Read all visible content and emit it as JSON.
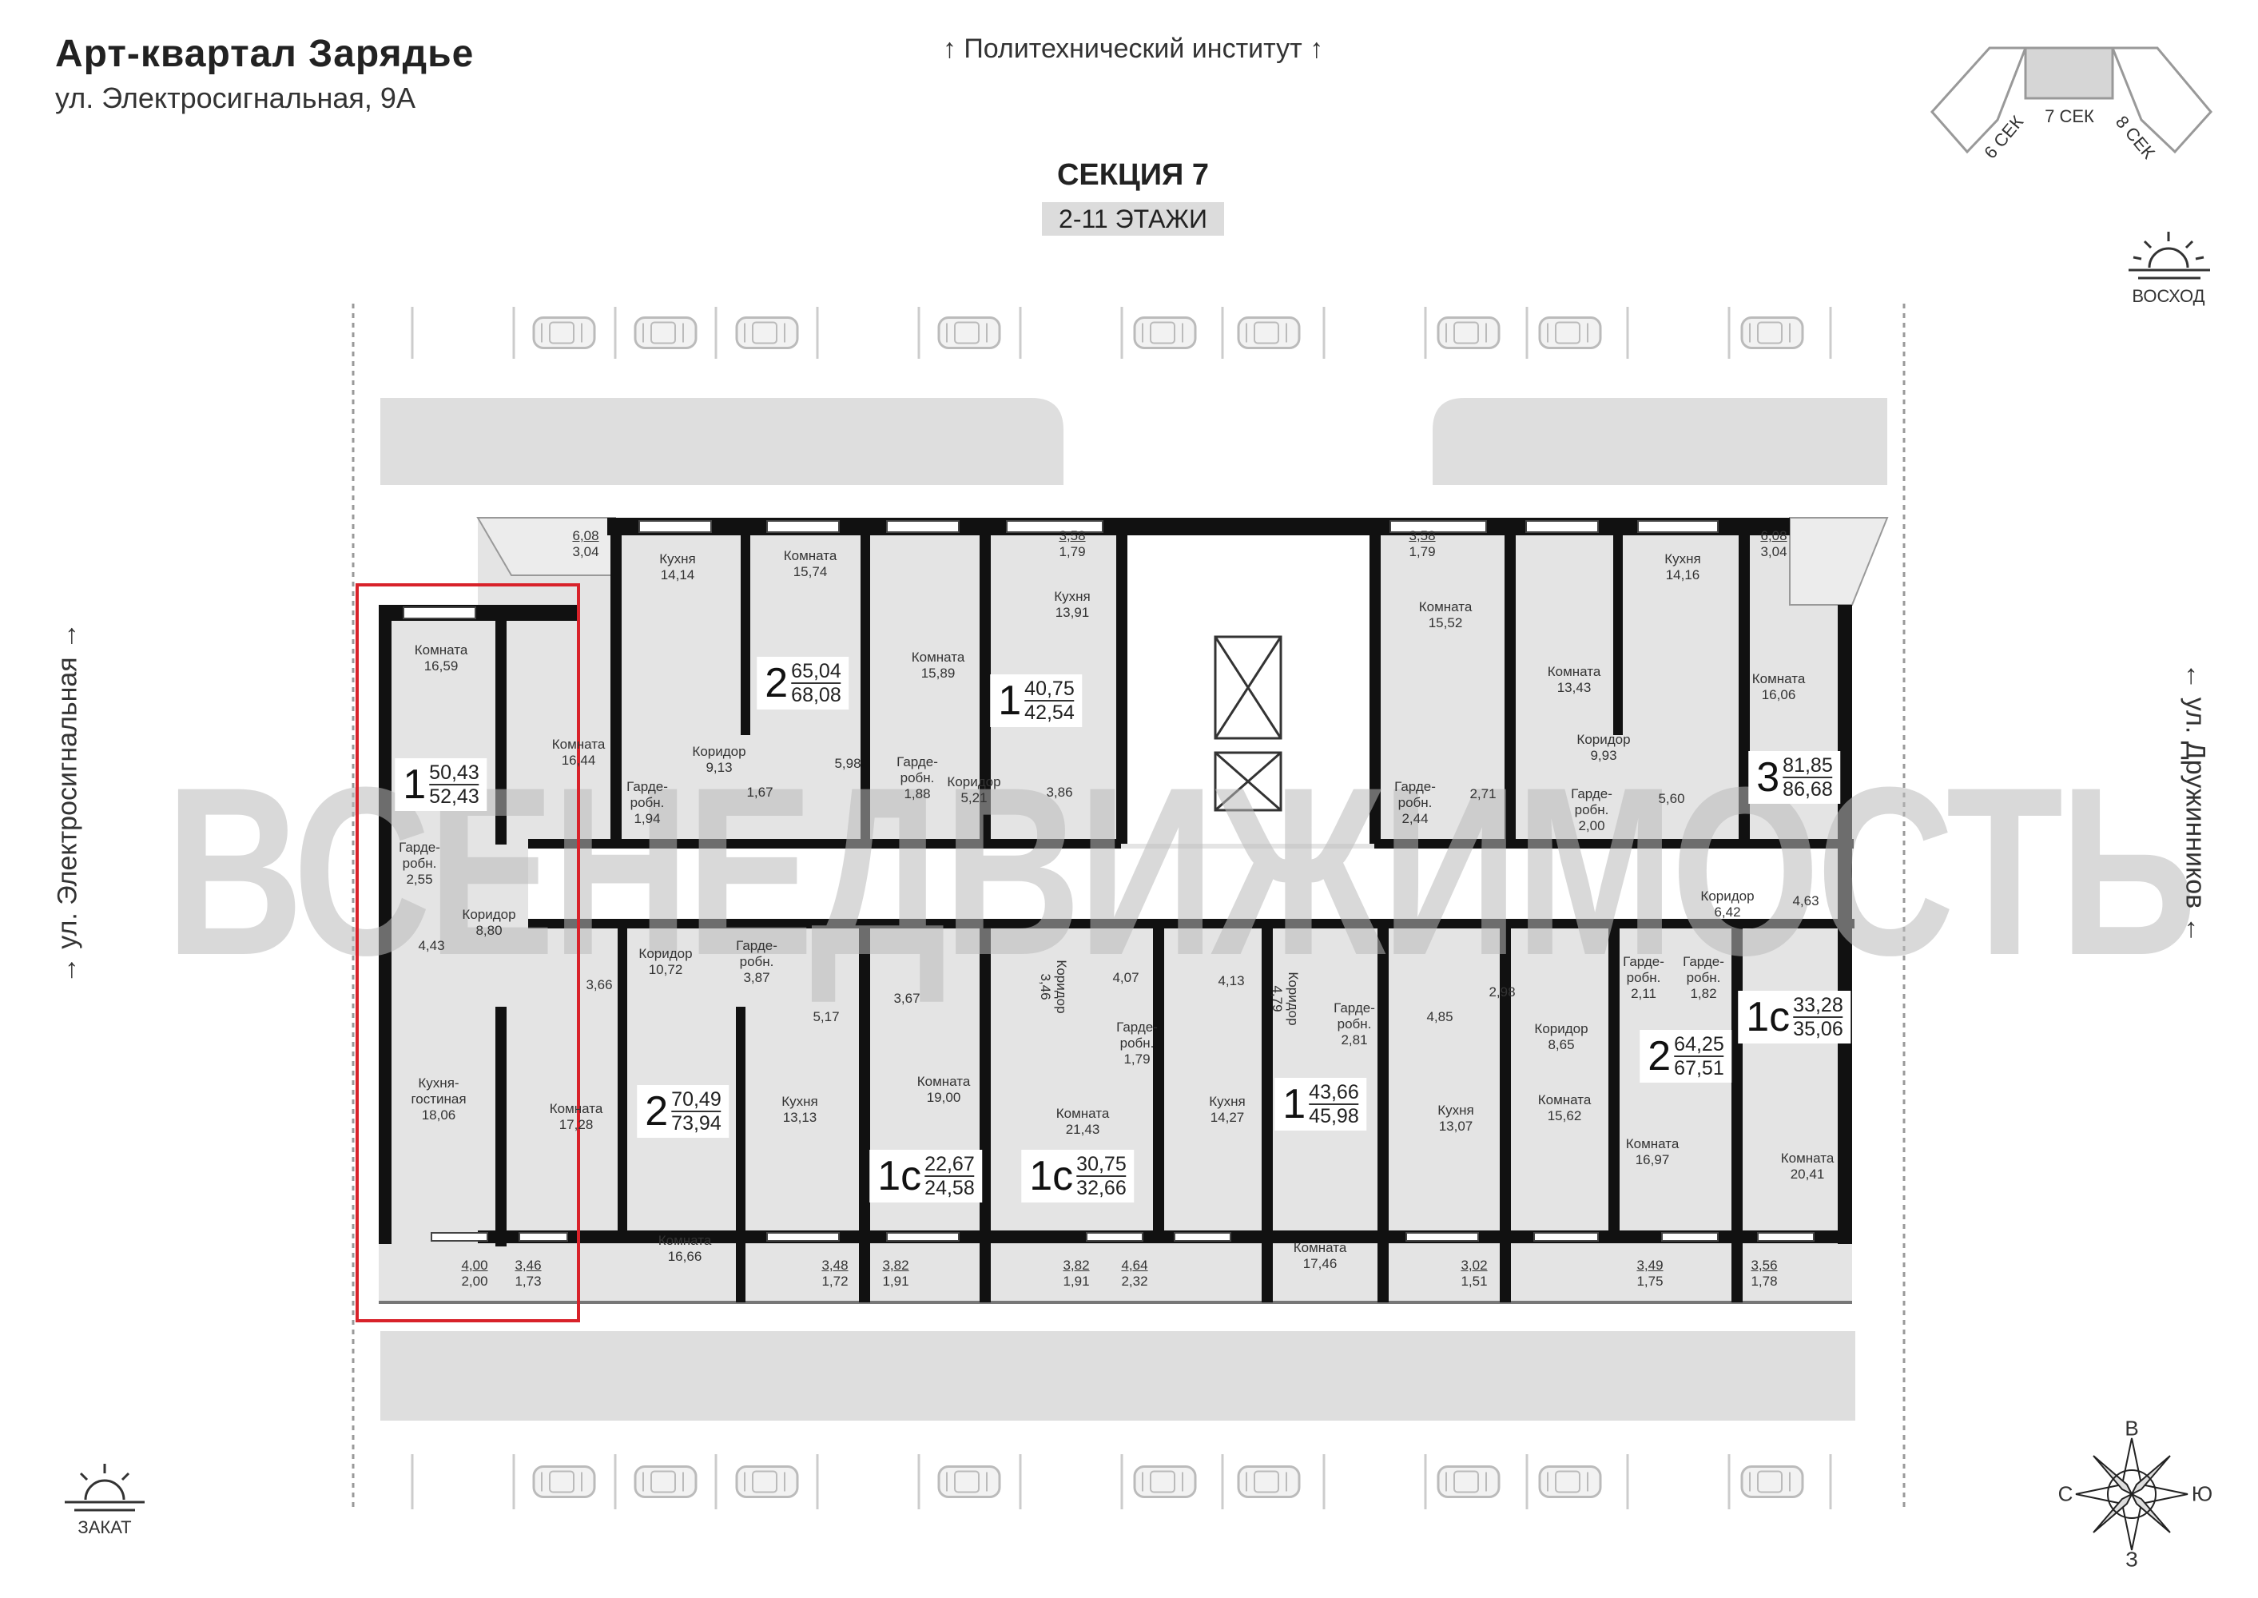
{
  "header": {
    "title": "Арт-квартал  Зарядье",
    "address": "ул. Электросигнальная, 9А",
    "landmark_top": "Политехнический институт",
    "section_title": "СЕКЦИЯ 7",
    "floors": "2-11 ЭТАЖИ"
  },
  "minimap": {
    "left": "6 СЕК",
    "center": "7 СЕК",
    "right": "8 СЕК"
  },
  "streets": {
    "left": "ул. Электросигнальная",
    "right": "ул. Дружинников"
  },
  "sun": {
    "sunrise": "ВОСХОД",
    "sunset": "ЗАКАТ"
  },
  "compass": {
    "top": "В",
    "left": "С",
    "right": "Ю",
    "bottom": "З"
  },
  "watermark": "ВСЕНЕДВИЖИМОСТЬ",
  "colors": {
    "highlight": "#d8222a",
    "wall": "#111111",
    "floor": "#e4e4e4",
    "road": "#dedede"
  },
  "apartments": [
    {
      "type": "1",
      "area": "50,43",
      "area_total": "52,43",
      "highlighted": true
    },
    {
      "type": "2",
      "area": "65,04",
      "area_total": "68,08"
    },
    {
      "type": "1",
      "area": "40,75",
      "area_total": "42,54"
    },
    {
      "type": "3",
      "area": "81,85",
      "area_total": "86,68"
    },
    {
      "type": "2",
      "area": "70,49",
      "area_total": "73,94"
    },
    {
      "type": "1с",
      "area": "22,67",
      "area_total": "24,58"
    },
    {
      "type": "1с",
      "area": "30,75",
      "area_total": "32,66"
    },
    {
      "type": "1",
      "area": "43,66",
      "area_total": "45,98"
    },
    {
      "type": "2",
      "area": "64,25",
      "area_total": "67,51"
    },
    {
      "type": "1с",
      "area": "33,28",
      "area_total": "35,06"
    }
  ],
  "balconies": [
    {
      "area": "6,08",
      "reduced": "3,04"
    },
    {
      "area": "3,58",
      "reduced": "1,79"
    },
    {
      "area": "3,58",
      "reduced": "1,79"
    },
    {
      "area": "6,08",
      "reduced": "3,04"
    },
    {
      "area": "4,00",
      "reduced": "2,00"
    },
    {
      "area": "3,46",
      "reduced": "1,73"
    },
    {
      "area": "3,48",
      "reduced": "1,72"
    },
    {
      "area": "3,82",
      "reduced": "1,91"
    },
    {
      "area": "3,82",
      "reduced": "1,91"
    },
    {
      "area": "4,64",
      "reduced": "2,32"
    },
    {
      "area": "3,02",
      "reduced": "1,51"
    },
    {
      "area": "3,49",
      "reduced": "1,75"
    },
    {
      "area": "3,56",
      "reduced": "1,78"
    }
  ],
  "rooms": [
    {
      "name": "Кухня",
      "area": "14,14"
    },
    {
      "name": "Комната",
      "area": "15,74"
    },
    {
      "name": "Комната",
      "area": "15,89"
    },
    {
      "name": "Коридор",
      "area": "9,13"
    },
    {
      "name": "Гарде-\nробн.",
      "area": "1,94"
    },
    {
      "area": "1,67"
    },
    {
      "area": "5,98"
    },
    {
      "name": "Гарде-\nробн.",
      "area": "1,88"
    },
    {
      "name": "Коридор",
      "area": "5,21"
    },
    {
      "name": "Кухня",
      "area": "13,91"
    },
    {
      "area": "3,86"
    },
    {
      "name": "Комната",
      "area": "16,59"
    },
    {
      "name": "Комната",
      "area": "16,44"
    },
    {
      "name": "Гарде-\nробн.",
      "area": "2,55"
    },
    {
      "name": "Коридор",
      "area": "8,80"
    },
    {
      "area": "4,43"
    },
    {
      "name": "Кухня-\nгостиная",
      "area": "18,06"
    },
    {
      "name": "Комната",
      "area": "17,28"
    },
    {
      "name": "Комната",
      "area": "15,52"
    },
    {
      "name": "Комната",
      "area": "13,43"
    },
    {
      "name": "Кухня",
      "area": "14,16"
    },
    {
      "name": "Комната",
      "area": "16,06"
    },
    {
      "name": "Коридор",
      "area": "9,93"
    },
    {
      "name": "Гарде-\nробн.",
      "area": "2,44"
    },
    {
      "area": "2,71"
    },
    {
      "name": "Гарде-\nробн.",
      "area": "2,00"
    },
    {
      "area": "5,60"
    },
    {
      "name": "Коридор",
      "area": "6,42"
    },
    {
      "area": "4,63"
    },
    {
      "area": "3,66"
    },
    {
      "name": "Коридор",
      "area": "10,72"
    },
    {
      "name": "Гарде-\nробн.",
      "area": "3,87"
    },
    {
      "area": "5,17"
    },
    {
      "area": "3,67"
    },
    {
      "name": "Кухня",
      "area": "13,13"
    },
    {
      "name": "Комната",
      "area": "16,66"
    },
    {
      "name": "Комната",
      "area": "19,00"
    },
    {
      "name": "Коридор",
      "area": "3,46"
    },
    {
      "area": "4,07"
    },
    {
      "name": "Гарде-\nробн.",
      "area": "1,79"
    },
    {
      "name": "Комната",
      "area": "21,43"
    },
    {
      "area": "4,13"
    },
    {
      "name": "Коридор",
      "area": "4,79"
    },
    {
      "name": "Кухня",
      "area": "14,27"
    },
    {
      "name": "Гарде-\nробн.",
      "area": "2,81"
    },
    {
      "name": "Комната",
      "area": "17,46"
    },
    {
      "area": "4,85"
    },
    {
      "area": "2,98"
    },
    {
      "name": "Кухня",
      "area": "13,07"
    },
    {
      "name": "Коридор",
      "area": "8,65"
    },
    {
      "name": "Комната",
      "area": "15,62"
    },
    {
      "name": "Гарде-\nробн.",
      "area": "2,11"
    },
    {
      "name": "Гарде-\nробн.",
      "area": "1,82"
    },
    {
      "name": "Комната",
      "area": "16,97"
    },
    {
      "name": "Комната",
      "area": "20,41"
    }
  ]
}
